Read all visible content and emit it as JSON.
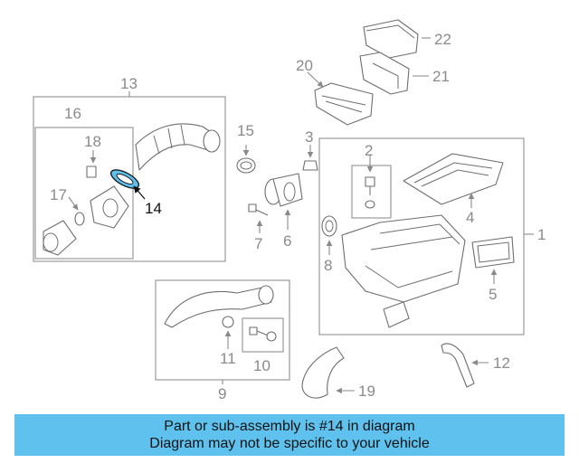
{
  "diagram": {
    "callouts": {
      "c1": "1",
      "c2": "2",
      "c3": "3",
      "c4": "4",
      "c5": "5",
      "c6": "6",
      "c7": "7",
      "c8": "8",
      "c9": "9",
      "c10": "10",
      "c11": "11",
      "c12": "12",
      "c13": "13",
      "c14": "14",
      "c15": "15",
      "c16": "16",
      "c17": "17",
      "c18": "18",
      "c19": "19",
      "c20": "20",
      "c21": "21",
      "c22": "22"
    },
    "highlighted_part": "14",
    "highlight_color": "#5fc2ee"
  },
  "banner": {
    "line1": "Part or sub-assembly is #14 in diagram",
    "line2": "Diagram may not be specific to your vehicle",
    "background_color": "#5fc2ee"
  }
}
